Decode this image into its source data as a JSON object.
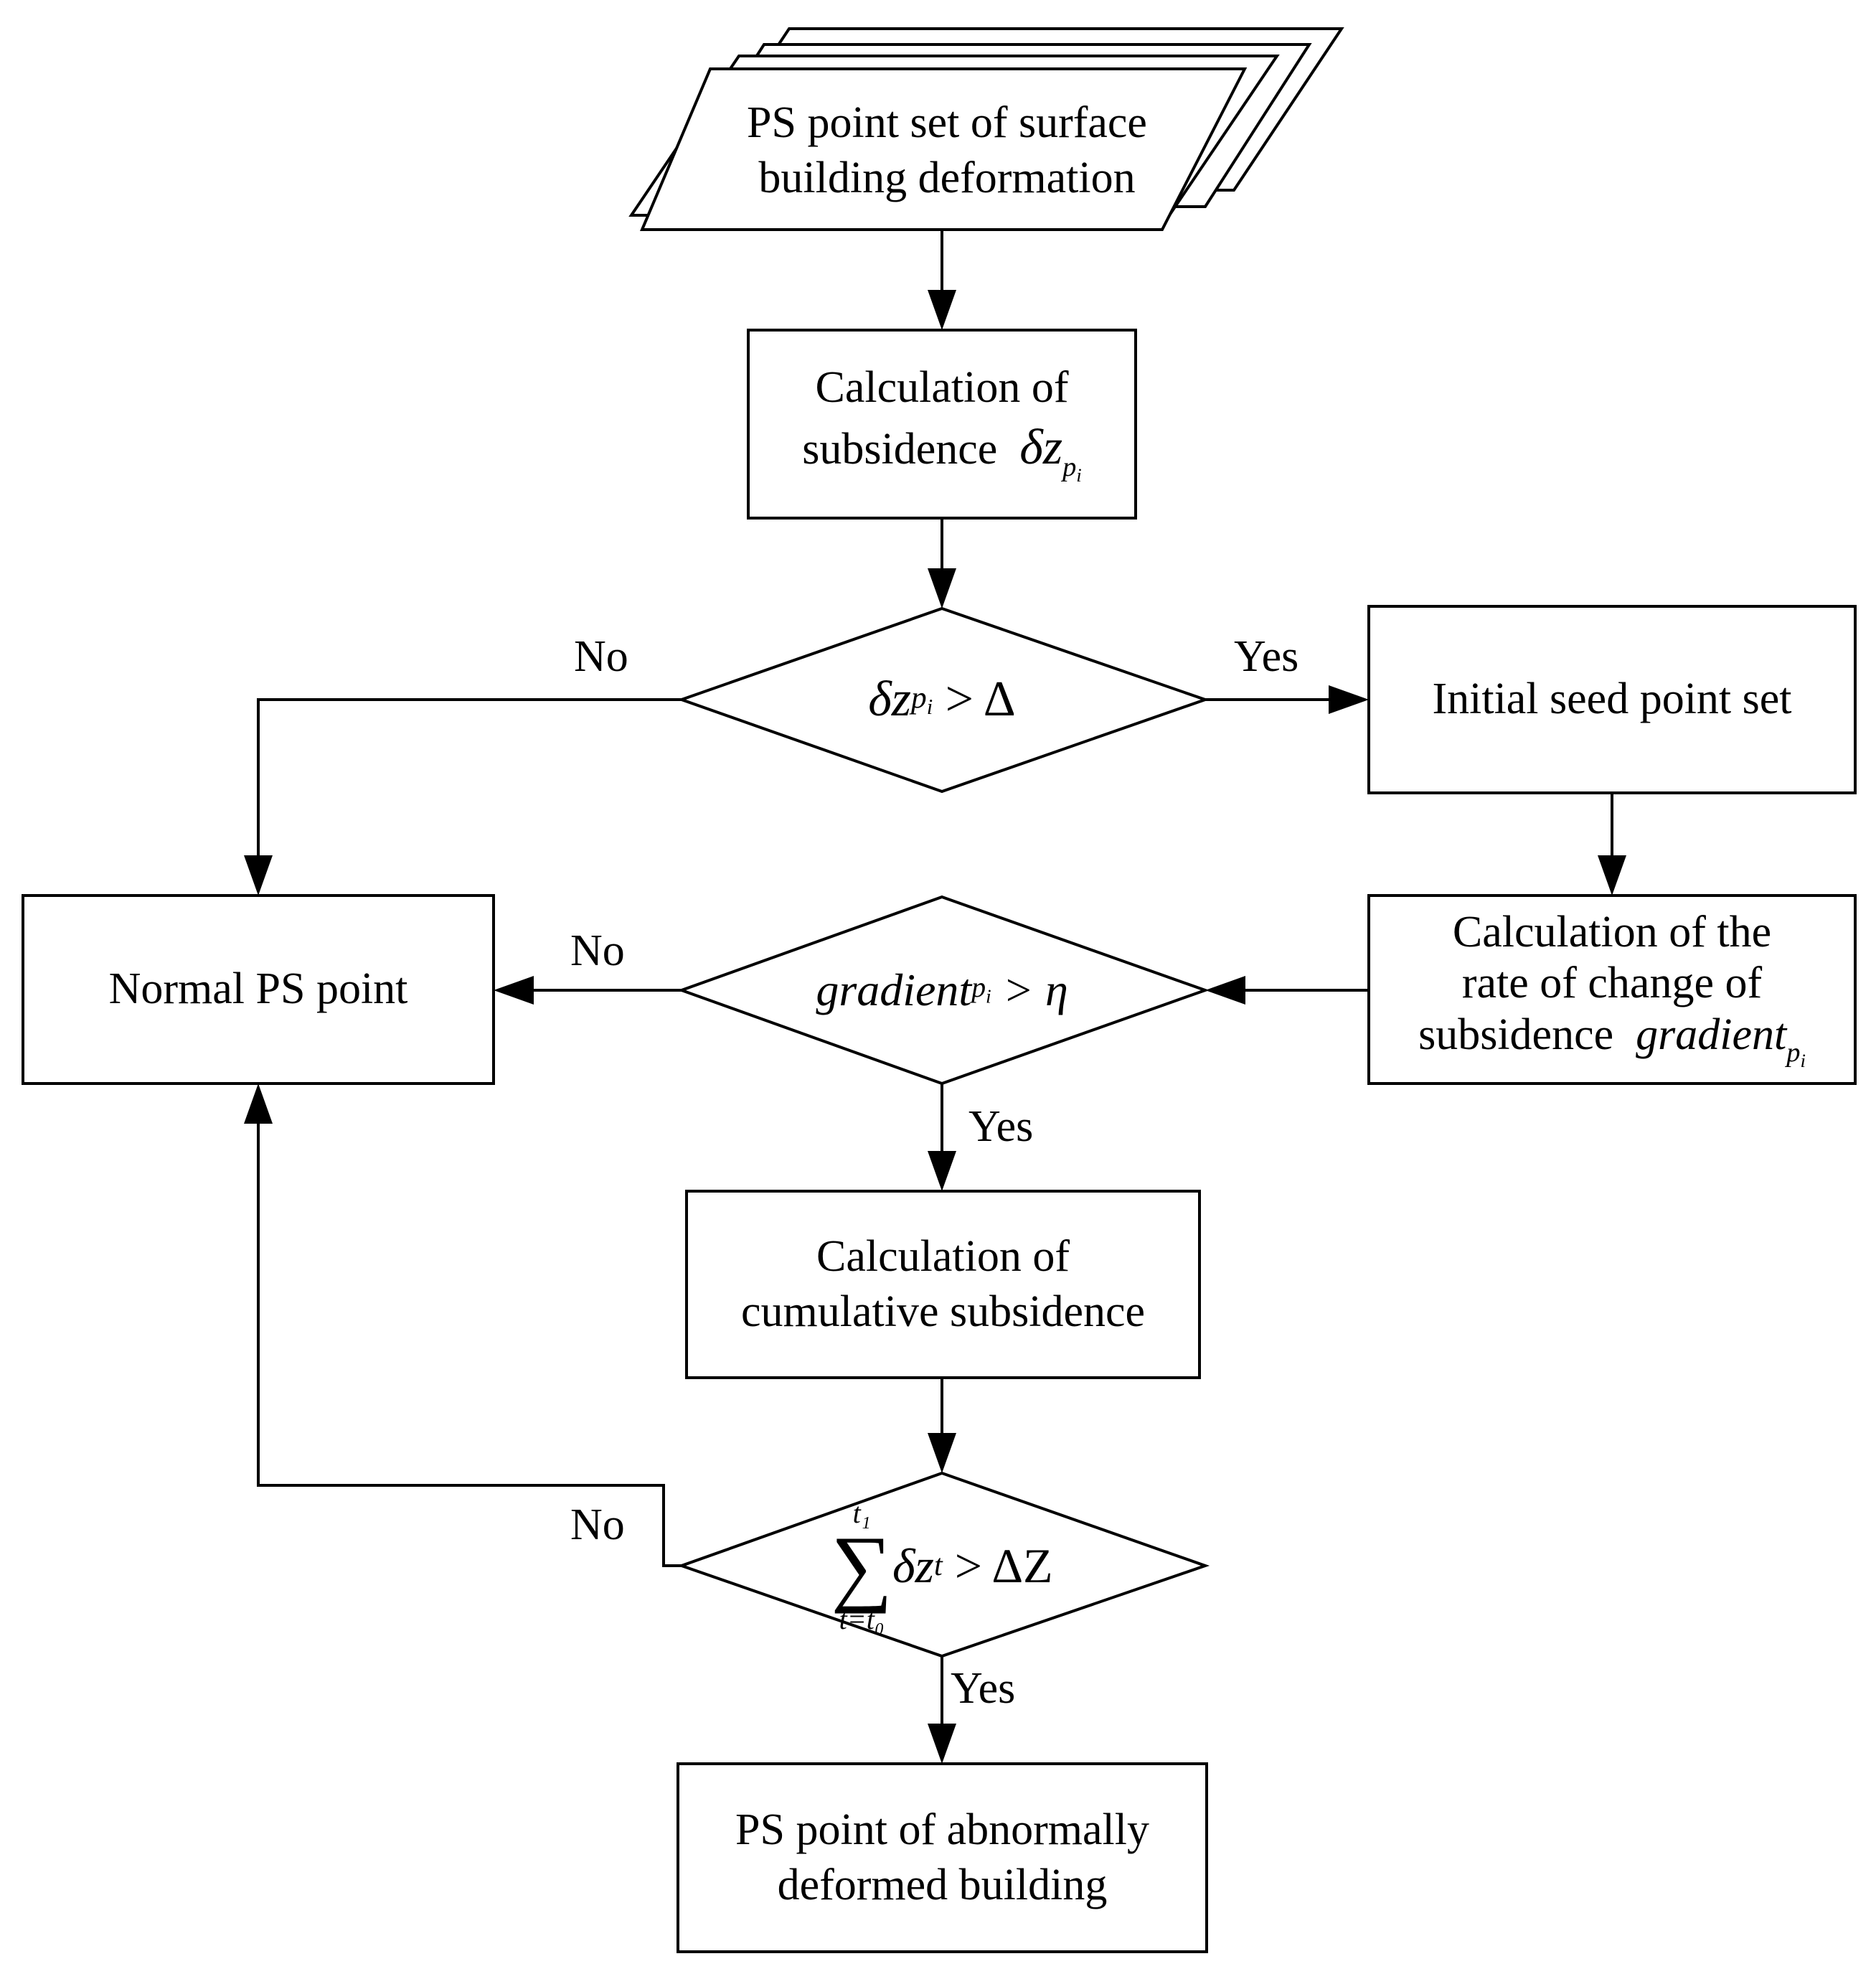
{
  "nodes": {
    "input": {
      "lines": [
        "PS point set of surface",
        "building deformation"
      ]
    },
    "calc_subsidence": {
      "line1": "Calculation of",
      "line2": "subsidence",
      "symbol": "δz",
      "sub": "p",
      "subsub": "i"
    },
    "decision1": {
      "symbol": "δz",
      "sub": "p",
      "subsub": "i",
      "op": "> Δ"
    },
    "initial_seed": {
      "text": "Initial seed point set"
    },
    "calc_gradient": {
      "line1": "Calculation of the",
      "line2": "rate of change of",
      "line3": "subsidence",
      "symbol": "gradient",
      "sub": "p",
      "subsub": "i"
    },
    "decision2": {
      "symbol": "gradient",
      "sub": "p",
      "subsub": "i",
      "op": "> η"
    },
    "normal_ps": {
      "text": "Normal PS point"
    },
    "calc_cumulative": {
      "lines": [
        "Calculation of",
        "cumulative subsidence"
      ]
    },
    "decision3": {
      "sum": "∑",
      "upper": "t₁",
      "lower": "t=t₀",
      "symbol": "δz",
      "sub": "t",
      "op": "> ΔZ"
    },
    "abnormal": {
      "lines": [
        "PS point of abnormally",
        "deformed building"
      ]
    }
  },
  "edges": {
    "d1_no": "No",
    "d1_yes": "Yes",
    "d2_no": "No",
    "d2_yes": "Yes",
    "d3_no": "No",
    "d3_yes": "Yes"
  }
}
